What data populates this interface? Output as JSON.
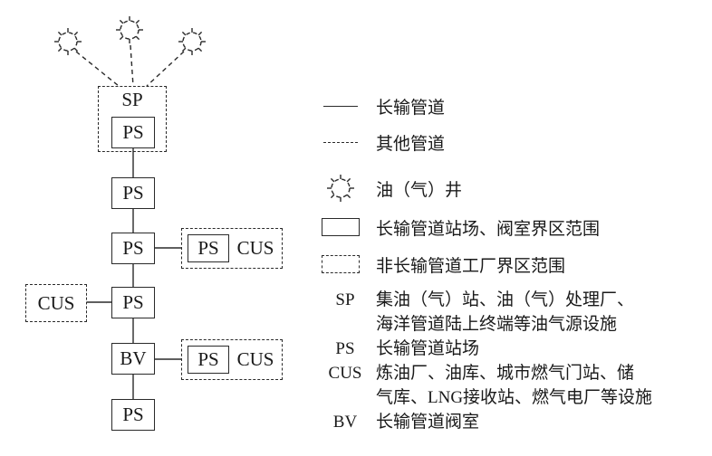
{
  "diagram": {
    "labels": {
      "sp": "SP",
      "ps": "PS",
      "bv": "BV",
      "cus": "CUS"
    }
  },
  "legend": {
    "items": [
      {
        "symbol": "solid-line",
        "label": "长输管道"
      },
      {
        "symbol": "dashed-line",
        "label": "其他管道"
      },
      {
        "symbol": "well-icon",
        "label": "油（气）井"
      },
      {
        "symbol": "solid-rect",
        "label": "长输管道站场、阀室界区范围"
      },
      {
        "symbol": "dashed-rect",
        "label": "非长输管道工厂界区范围"
      }
    ],
    "abbreviations": [
      {
        "abbr": "SP",
        "lines": [
          "集油（气）站、油（气）处理厂、",
          "海洋管道陆上终端等油气源设施"
        ]
      },
      {
        "abbr": "PS",
        "lines": [
          "长输管道站场"
        ]
      },
      {
        "abbr": "CUS",
        "lines": [
          "炼油厂、油库、城市燃气门站、储",
          "气库、LNG接收站、燃气电厂等设施"
        ]
      },
      {
        "abbr": "BV",
        "lines": [
          "长输管道阀室"
        ]
      }
    ]
  }
}
